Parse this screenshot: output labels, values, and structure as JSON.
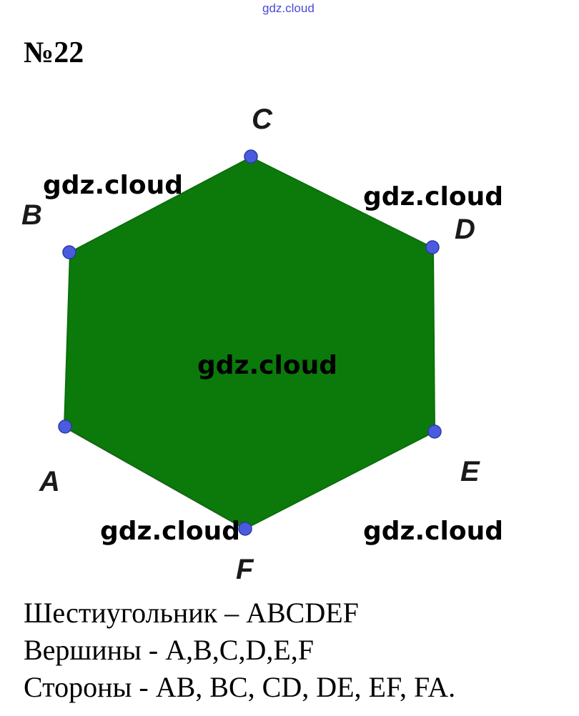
{
  "header": {
    "watermark": "gdz.cloud",
    "problem_number": "№22"
  },
  "figure": {
    "vertices": {
      "A": "A",
      "B": "B",
      "C": "C",
      "D": "D",
      "E": "E",
      "F": "F"
    },
    "fill_color": "#0b7a0b",
    "point_color": "#4a5be0",
    "watermarks": [
      "gdz.cloud",
      "gdz.cloud",
      "gdz.cloud",
      "gdz.cloud",
      "gdz.cloud"
    ]
  },
  "text": {
    "line1": "Шестиугольник – ABCDEF",
    "line2": "Вершины - A,B,C,D,E,F",
    "line3": "Стороны - AB, BC, CD, DE, EF, FA."
  }
}
